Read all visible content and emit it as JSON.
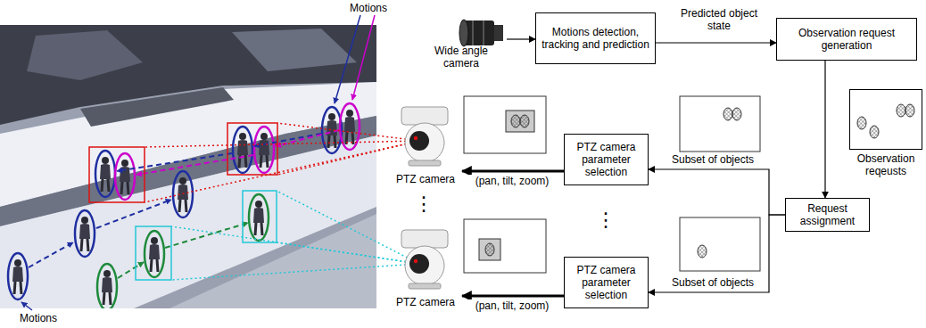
{
  "diagram": {
    "nodes": [
      {
        "text": [
          "Wide angle camera"
        ]
      },
      {
        "text": [
          "Motions detection, tracking and prediction"
        ]
      },
      {
        "text": [
          "Observation request generation"
        ]
      },
      {
        "text": [
          "Observation reqeusts"
        ]
      },
      {
        "text": [
          "Request assignment"
        ]
      },
      {
        "text": [
          "PTZ camera"
        ]
      },
      {
        "text": [
          "PTZ camera parameter selection"
        ]
      },
      {
        "text": [
          "PTZ camera"
        ]
      },
      {
        "text": [
          "PTZ camera parameter selection"
        ]
      }
    ],
    "edges": [
      {
        "from": 0,
        "to": 1,
        "arrow": "to"
      },
      {
        "from": 1,
        "to": 2,
        "label": "Predicted object state",
        "arrow": "to"
      },
      {
        "from": 2,
        "to": 4,
        "arrow": "to"
      },
      {
        "from": 4,
        "to": 6,
        "label": "Subset of objects",
        "arrow": "to"
      },
      {
        "from": 4,
        "to": 8,
        "label": "Subset of objects",
        "arrow": "to"
      },
      {
        "from": 6,
        "to": 5,
        "label": "(pan, tilt, zoom)",
        "arrow": "to"
      },
      {
        "from": 8,
        "to": 7,
        "label": "(pan, tilt, zoom)",
        "arrow": "to"
      }
    ],
    "labels": [
      "Motions",
      "Motions",
      "⋮",
      "⋮"
    ]
  }
}
